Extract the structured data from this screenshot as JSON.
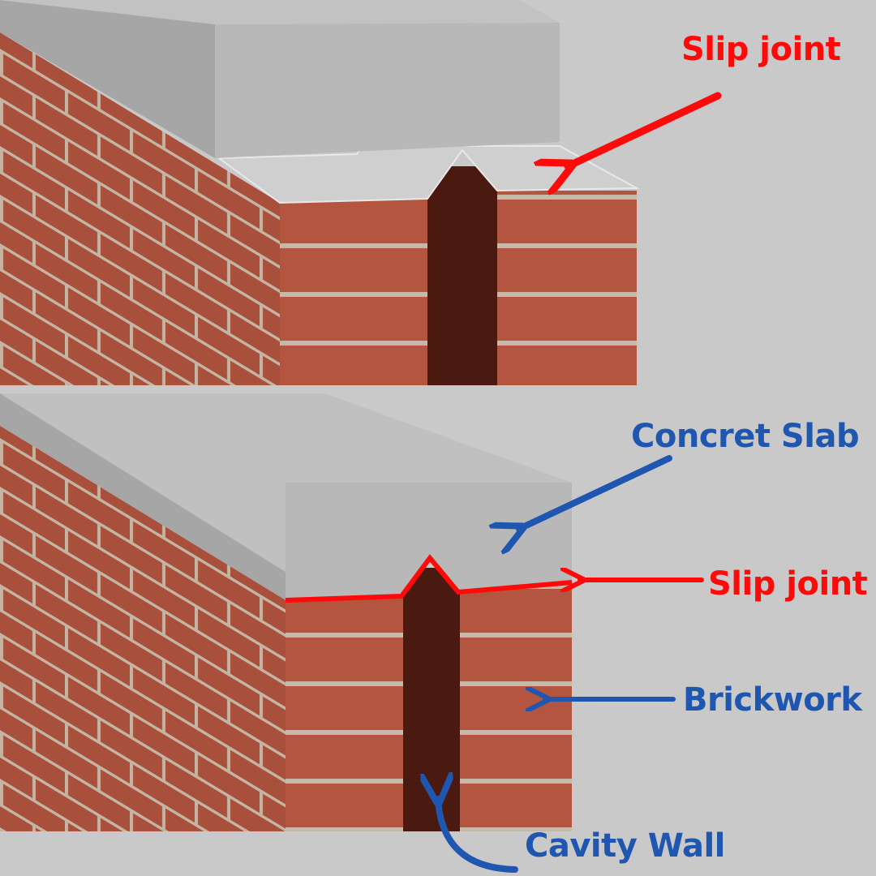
{
  "colors": {
    "background": "#c9c9c9",
    "brick": "#b3553f",
    "mortar": "#c8b8a8",
    "concrete": "#b8b8b8",
    "cavity": "#4a1a10",
    "red_annotation": "#ff0a0a",
    "blue_annotation": "#1e56b0"
  },
  "top_panel": {
    "labels": {
      "slip_joint": "Slip joint"
    }
  },
  "bottom_panel": {
    "labels": {
      "concrete_slab": "Concret Slab",
      "slip_joint": "Slip joint",
      "brickwork": "Brickwork",
      "cavity_wall": "Cavity Wall"
    }
  }
}
